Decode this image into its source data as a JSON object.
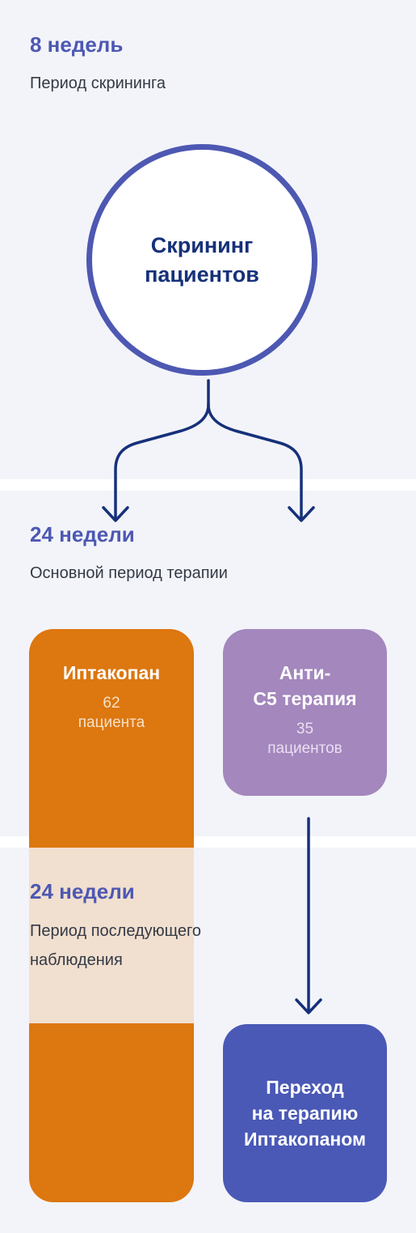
{
  "screening": {
    "weeks": "8 недель",
    "period": "Период скрининга",
    "circle_label": "Скрининг пациентов"
  },
  "main_therapy": {
    "weeks": "24 недели",
    "period": "Основной период терапии"
  },
  "follow_up": {
    "weeks": "24 недели",
    "period_line1": "Период последующего",
    "period_line2": "наблюдения"
  },
  "arms": {
    "iptacopan": {
      "title": "Иптакопан",
      "count": "62",
      "count_unit": "пациента"
    },
    "anti_c5": {
      "title_line1": "Анти-",
      "title_line2": "С5 терапия",
      "count": "35",
      "count_unit": "пациентов"
    },
    "switch": {
      "line1": "Переход",
      "line2": "на терапию",
      "line3": "Иптакопаном"
    }
  },
  "colors": {
    "accent_blue": "#4d58b2",
    "dark_blue": "#16317a",
    "iptacopan_orange": "#dd7710",
    "anti_c5_purple": "#a387bd",
    "switch_blue": "#4a59b6"
  }
}
